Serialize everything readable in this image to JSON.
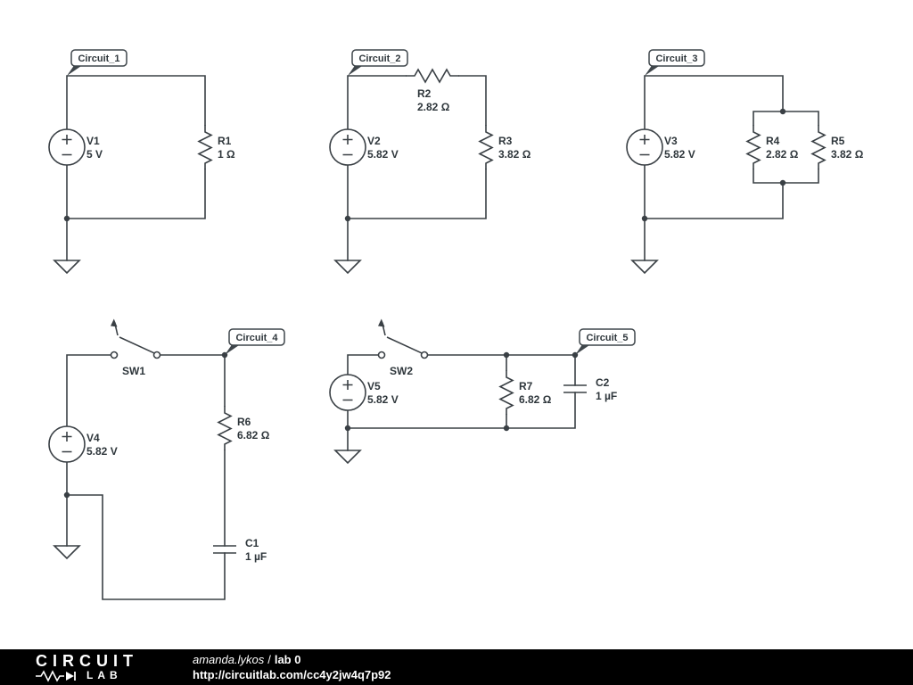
{
  "footer": {
    "logo": {
      "circuit": "CIRCUIT",
      "lab": "LAB"
    },
    "author": "amanda.lykos",
    "separator": "/",
    "doc_title": "lab 0",
    "url": "http://circuitlab.com/cc4y2jw4q7p92",
    "bar_color": "#000000"
  },
  "colors": {
    "wire": "#3a4045",
    "text": "#2e363b",
    "background": "#ffffff"
  },
  "circuit1": {
    "label": "Circuit_1",
    "v1_name": "V1",
    "v1_value": "5 V",
    "r1_name": "R1",
    "r1_value": "1 Ω"
  },
  "circuit2": {
    "label": "Circuit_2",
    "v2_name": "V2",
    "v2_value": "5.82 V",
    "r2_name": "R2",
    "r2_value": "2.82 Ω",
    "r3_name": "R3",
    "r3_value": "3.82 Ω"
  },
  "circuit3": {
    "label": "Circuit_3",
    "v3_name": "V3",
    "v3_value": "5.82 V",
    "r4_name": "R4",
    "r4_value": "2.82 Ω",
    "r5_name": "R5",
    "r5_value": "3.82 Ω"
  },
  "circuit4": {
    "label": "Circuit_4",
    "sw1_name": "SW1",
    "v4_name": "V4",
    "v4_value": "5.82 V",
    "r6_name": "R6",
    "r6_value": "6.82 Ω",
    "c1_name": "C1",
    "c1_value": "1 µF"
  },
  "circuit5": {
    "label": "Circuit_5",
    "sw2_name": "SW2",
    "v5_name": "V5",
    "v5_value": "5.82 V",
    "r7_name": "R7",
    "r7_value": "6.82 Ω",
    "c2_name": "C2",
    "c2_value": "1 µF"
  }
}
